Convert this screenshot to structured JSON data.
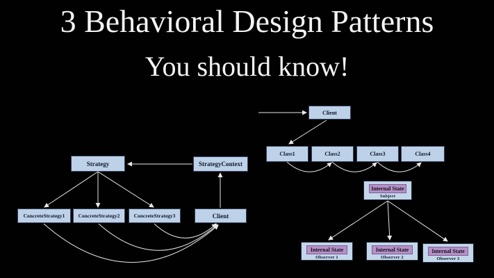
{
  "title": "3 Behavioral Design Patterns",
  "subtitle": "You should know!",
  "colors": {
    "background": "#010101",
    "title_text": "#f4f4f4",
    "node_fill": "#bdd2e8",
    "node_border": "#34435c",
    "state_fill": "#b591c6",
    "state_border": "#7c5c95",
    "arrow": "#e8e8e8"
  },
  "diagrams": {
    "strategy": {
      "nodes": {
        "strategy": "Strategy",
        "context": "StrategyContext",
        "concrete1": "ConcreteStrategy1",
        "concrete2": "ConcreteStrategy2",
        "concrete3": "ConcreteStrategy3",
        "client": "Client"
      }
    },
    "chain": {
      "nodes": {
        "client": "Client",
        "class1": "Class1",
        "class2": "Class2",
        "class3": "Class3",
        "class4": "Class4"
      }
    },
    "observer": {
      "subject": {
        "state": "Internal State",
        "label": "Subject"
      },
      "observers": [
        {
          "state": "Internal State",
          "label": "Observer 1"
        },
        {
          "state": "Internal State",
          "label": "Observer 2"
        },
        {
          "state": "Internal State",
          "label": "Observer 3"
        }
      ]
    }
  }
}
